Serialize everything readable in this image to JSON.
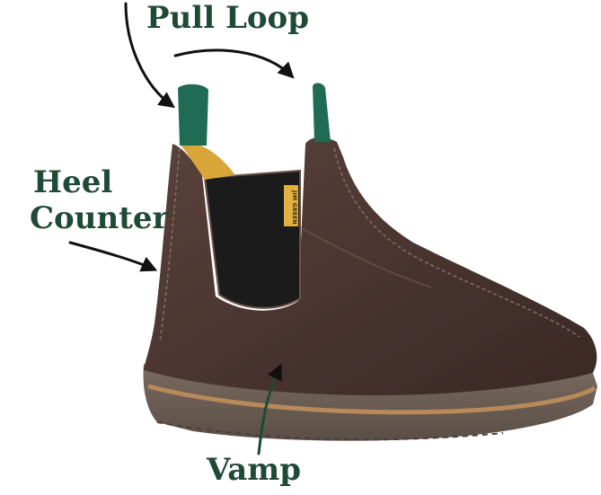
{
  "labels": {
    "pull_loop": "Pull Loop",
    "heel_counter_line1": "Heel",
    "heel_counter_line2": "Counter",
    "vamp": "Vamp"
  },
  "brand_tag": "JIM GREEN",
  "colors": {
    "label_text": "#1f4a36",
    "arrow": "#111111",
    "leather": "#4a3530",
    "elastic": "#1b1b1b",
    "pull_tab": "#1f6b54",
    "lining": "#d9a63a",
    "sole": "#6b5e54",
    "welt": "#b8895a"
  }
}
